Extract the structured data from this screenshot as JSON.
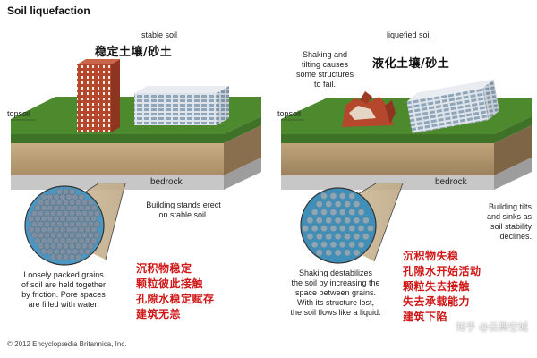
{
  "title": "Soil liquefaction",
  "left_panel": {
    "label": "stable soil",
    "label_zh": "稳定土壤/砂土",
    "topsoil": "topsoil",
    "bedrock": "bedrock",
    "building_note": "Building stands erect on stable soil.",
    "building_note_lines": [
      "Building stands erect",
      "on stable soil."
    ],
    "grain_note_lines": [
      "Loosely packed grains",
      "of soil are held together",
      "by friction.  Pore spaces",
      "are filled with water."
    ],
    "zh_notes": [
      "沉积物稳定",
      "颗粒彼此接触",
      "孔隙水稳定赋存",
      "建筑无恙"
    ]
  },
  "right_panel": {
    "label": "liquefied soil",
    "label_zh": "液化土壤/砂土",
    "topsoil": "topsoil",
    "bedrock": "bedrock",
    "shaking_note_lines": [
      "Shaking and",
      "tilting causes",
      "some structures",
      "to fail."
    ],
    "tilt_note_lines": [
      "Building tilts",
      "and sinks as",
      "soil stability",
      "declines."
    ],
    "grain_note_lines": [
      "Shaking destabilizes",
      "the soil by increasing the",
      "space between grains.",
      "With its structure lost,",
      "the soil flows like a liquid."
    ],
    "zh_notes": [
      "沉积物失稳",
      "孔隙水开始活动",
      "颗粒失去接触",
      "失去承载能力",
      "建筑下陷"
    ]
  },
  "copyright": "© 2012 Encyclopædia Britannica, Inc.",
  "watermark": "知乎 @云舞空城",
  "colors": {
    "grass": "#4d8a2e",
    "soil_side": "#b59a72",
    "soil_dark": "#8a6f4e",
    "bedrock": "#c7c7c7",
    "red_brick": "#b5472c",
    "concrete": "#cfd6de",
    "zh_red": "#d01818",
    "grain_stable": "#7d8fa0",
    "grain_liquefied": "#8da6b5",
    "water": "#3f8fb8"
  }
}
